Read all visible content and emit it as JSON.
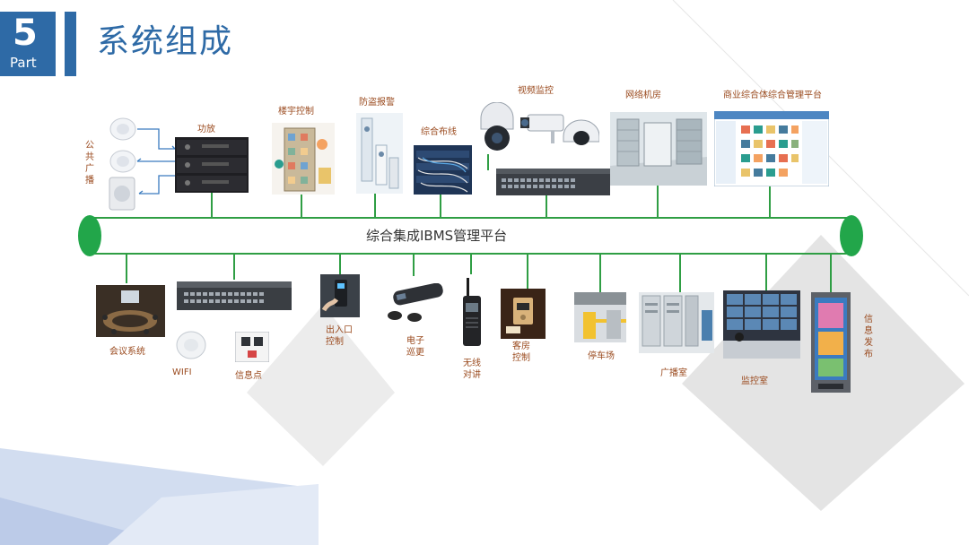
{
  "header": {
    "badge_number": "5",
    "badge_word": "Part",
    "title": "系统组成",
    "accent": "#2e6aa6"
  },
  "bus": {
    "label": "综合集成IBMS管理平台",
    "end_color": "#22a64a",
    "line_color": "#2f9e44"
  },
  "top_items": {
    "speakers": "公共广播",
    "amplifier": "功放",
    "building_control": "楼宇控制",
    "intrusion_alarm": "防盗报警",
    "cabling": "综合布线",
    "video_surveillance": "视频监控",
    "server_room": "网络机房",
    "commercial_platform": "商业综合体综合管理平台"
  },
  "bottom_items": {
    "conference": "会议系统",
    "wifi": "WIFI",
    "info_point": "信息点",
    "access_control": "出入口控制",
    "patrol": "电子巡更",
    "intercom": "无线对讲",
    "guest_room": "客房控制",
    "parking": "停车场",
    "broadcast_room": "广播室",
    "monitor_room": "监控室",
    "info_release": "信息发布"
  }
}
